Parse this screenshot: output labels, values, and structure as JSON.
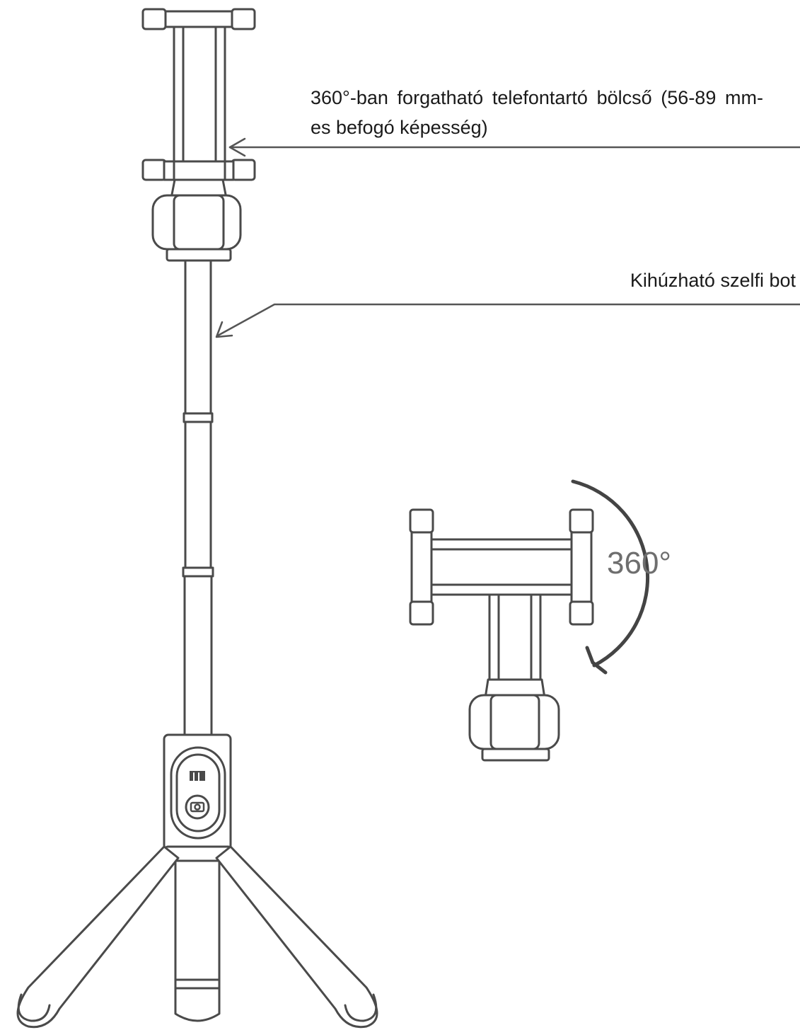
{
  "labels": {
    "cradle": "360°-ban forgatható telefontartó bölcső (56-89 mm-es befogó képesség)",
    "stick": "Kihúzható szelfi bot",
    "rotation": "360°"
  },
  "colors": {
    "stroke": "#4a4a4a",
    "fill": "#ffffff",
    "text": "#1a1a1a",
    "rotation_text": "#6e6e6e"
  },
  "icons": {
    "mi_logo": "mi-logo-icon",
    "shutter": "camera-shutter-icon"
  }
}
